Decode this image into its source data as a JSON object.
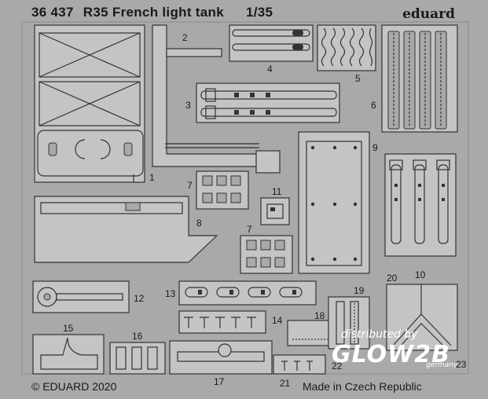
{
  "sheet": {
    "kit_number": "36 437",
    "title": "R35 French light tank",
    "scale": "1/35",
    "brand": "eduard",
    "copyright": "© EDUARD 2020",
    "origin": "Made in Czech Republic"
  },
  "watermark": {
    "top": "distributed by",
    "brand": "GLOW2B",
    "sub": "germany"
  },
  "part_numbers": {
    "p1": "1",
    "p2": "2",
    "p3": "3",
    "p4": "4",
    "p5": "5",
    "p6": "6",
    "p7a": "7",
    "p7b": "7",
    "p8": "8",
    "p9": "9",
    "p10": "10",
    "p11": "11",
    "p12": "12",
    "p13": "13",
    "p14": "14",
    "p15": "15",
    "p16": "16",
    "p17": "17",
    "p18": "18",
    "p19": "19",
    "p20": "20",
    "p21": "21",
    "p22": "22",
    "p23": "23"
  },
  "colors": {
    "fret": "#a9a9a9",
    "part_fill": "#c4c4c4",
    "outline": "#333333",
    "text": "#1a1a1a"
  }
}
